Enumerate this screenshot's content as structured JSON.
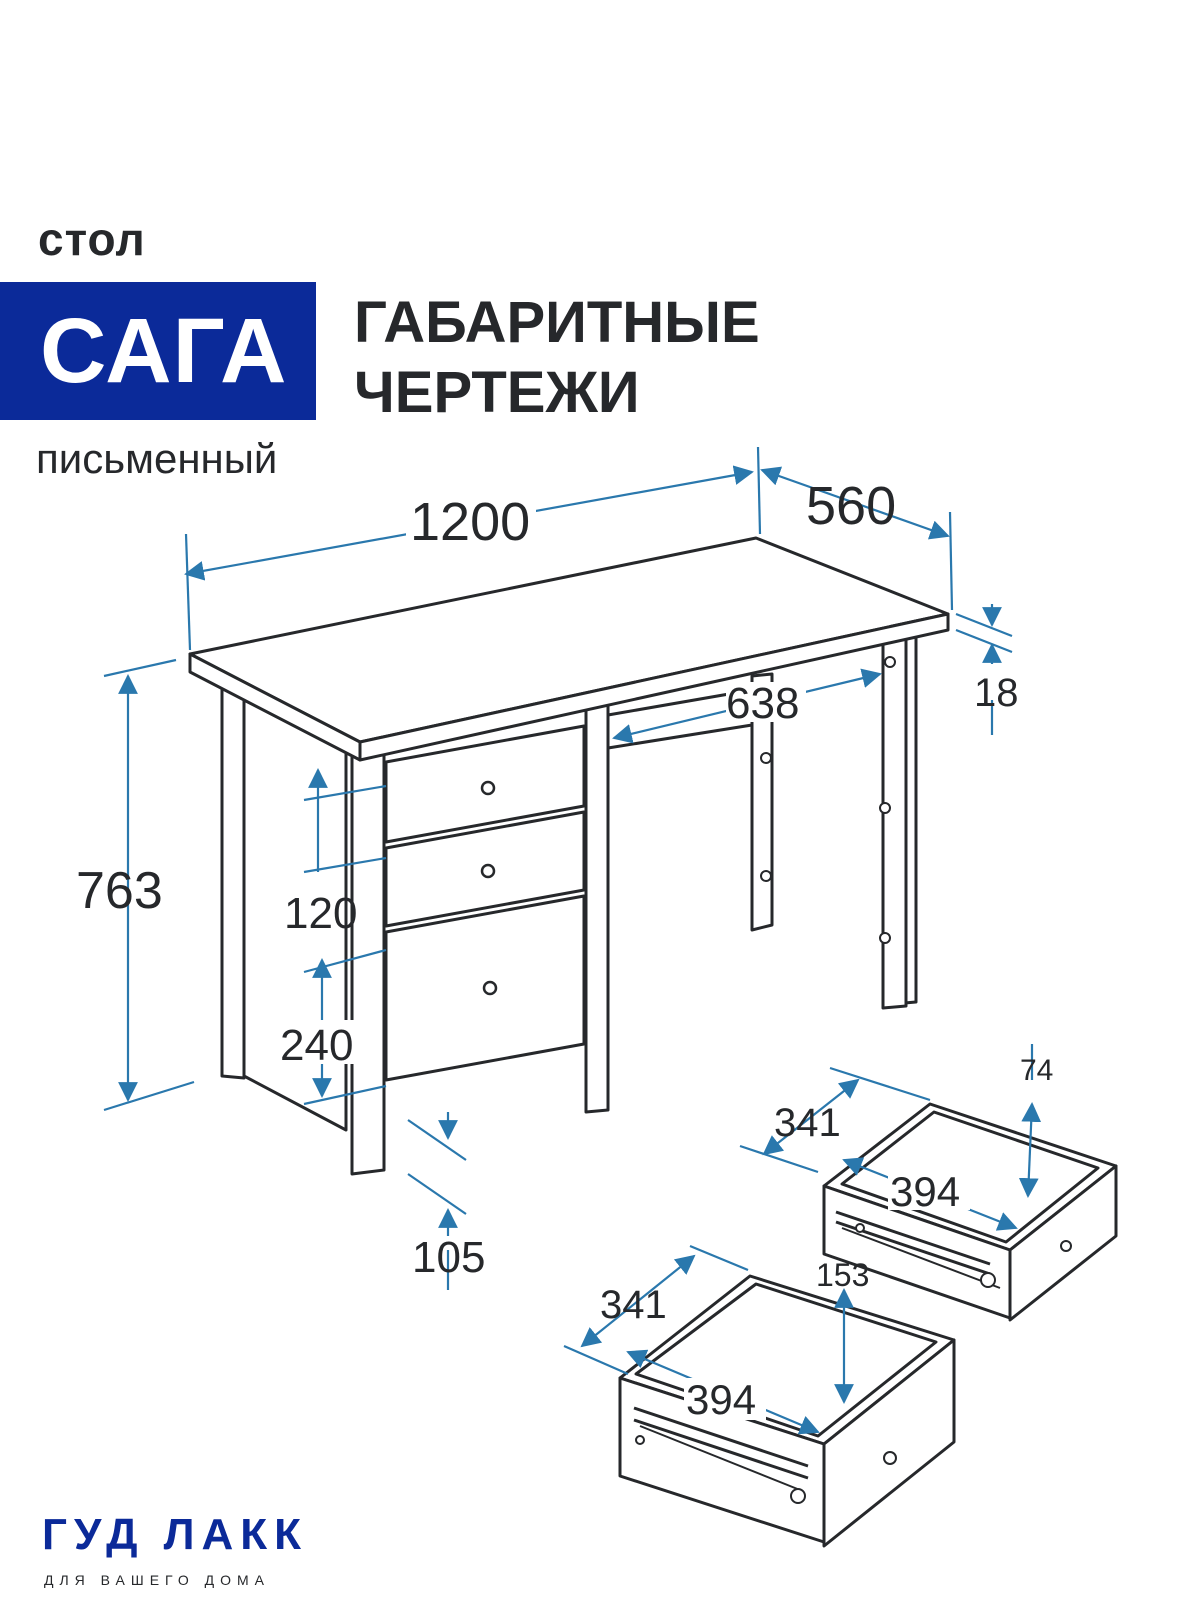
{
  "header": {
    "product_type": "стол",
    "product_name": "САГА",
    "product_subtype": "письменный",
    "title_line1": "ГАБАРИТНЫЕ",
    "title_line2": "ЧЕРТЕЖИ"
  },
  "dimensions": {
    "width": "1200",
    "depth": "560",
    "top_thickness": "18",
    "height": "763",
    "inner_span": "638",
    "small_drawer_front": "120",
    "large_drawer_front": "240",
    "base_clearance": "105",
    "small_drawer_depth": "341",
    "small_drawer_width": "394",
    "small_drawer_height": "74",
    "large_drawer_depth": "341",
    "large_drawer_width": "394",
    "large_drawer_height": "153"
  },
  "brand": {
    "name": "ГУД ЛАКК",
    "tagline": "ДЛЯ ВАШЕГО ДОМА"
  },
  "colors": {
    "brand_blue": "#0b2a99",
    "dimension_blue": "#2a78ad",
    "line_dark": "#26282b"
  }
}
